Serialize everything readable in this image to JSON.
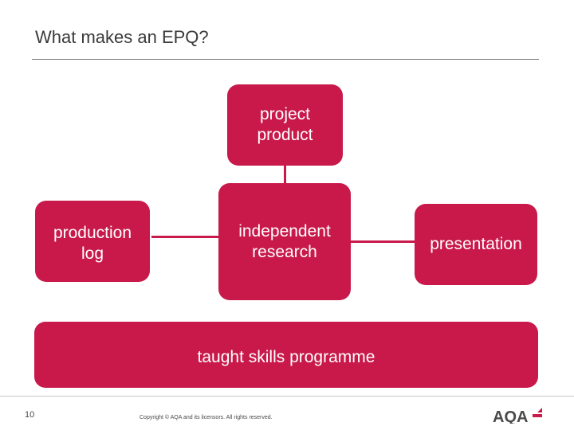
{
  "slide": {
    "title": "What makes an EPQ?",
    "page_number": "10",
    "copyright": "Copyright © AQA and its licensors. All rights reserved.",
    "logo_text": "AQA"
  },
  "diagram": {
    "nodes": {
      "project_product": "project\nproduct",
      "production_log": "production\nlog",
      "independent_research": "independent\nresearch",
      "presentation": "presentation",
      "taught_skills": "taught skills programme"
    },
    "colors": {
      "box": "#c8194a",
      "text": "#ffffff"
    }
  }
}
